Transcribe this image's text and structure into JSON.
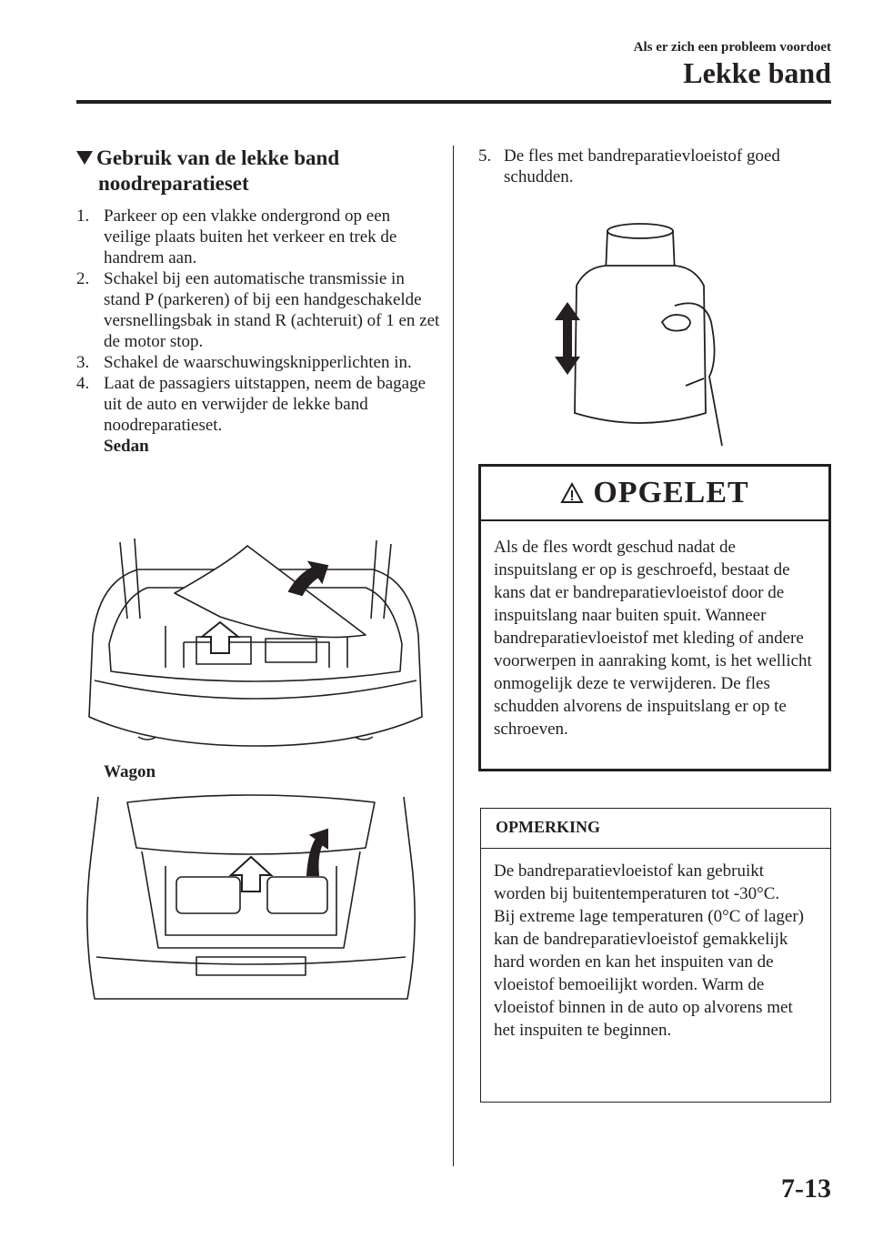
{
  "header": {
    "chapter": "Als er zich een probleem voordoet",
    "title": "Lekke band"
  },
  "section": {
    "title_line1": "Gebruik van de lekke band",
    "title_line2": "noodreparatieset"
  },
  "steps": [
    {
      "num": "1.",
      "text": "Parkeer op een vlakke ondergrond op een veilige plaats buiten het verkeer en trek de handrem aan."
    },
    {
      "num": "2.",
      "text": "Schakel bij een automatische transmissie in stand P (parkeren) of bij een handgeschakelde versnellingsbak in stand R (achteruit) of 1 en zet de motor stop."
    },
    {
      "num": "3.",
      "text": "Schakel de waarschuwingsknipperlichten in."
    },
    {
      "num": "4.",
      "text": "Laat de passagiers uitstappen, neem de bagage uit de auto en verwijder de lekke band noodreparatieset.",
      "sub": "Sedan"
    }
  ],
  "wagon_label": "Wagon",
  "step5": {
    "num": "5.",
    "text": "De fles met bandreparatievloeistof goed schudden."
  },
  "caution": {
    "title": "OPGELET",
    "text": "Als de fles wordt geschud nadat de inspuitslang er op is geschroefd, bestaat de kans dat er bandreparatievloeistof door de inspuitslang naar buiten spuit. Wanneer bandreparatievloeistof met kleding of andere voorwerpen in aanraking komt, is het wellicht onmogelijk deze te verwijderen. De fles schudden alvorens de inspuitslang er op te schroeven."
  },
  "note": {
    "title": "OPMERKING",
    "text": "De bandreparatievloeistof kan gebruikt worden bij buitentemperaturen tot -30°C.\nBij extreme lage temperaturen (0°C of lager) kan de bandreparatievloeistof gemakkelijk hard worden en kan het inspuiten van de vloeistof bemoeilijkt worden. Warm de vloeistof binnen in de auto op alvorens met het inspuiten te beginnen."
  },
  "page_number": "7-13"
}
